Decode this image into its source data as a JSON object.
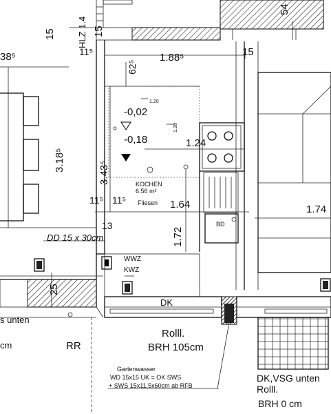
{
  "plan": {
    "room": {
      "name": "KOCHEN",
      "area": "6.56 m²",
      "floor": "Fliesen"
    },
    "levels": {
      "upper": "-0,02",
      "lower": "-0,18",
      "mark_a": "1.20",
      "mark_b": "1.20"
    },
    "dims": {
      "d15_top": "15",
      "hlz": "HLZ 1.4",
      "d15_b": "15",
      "d38": "38⁵",
      "d11": "11⁵",
      "d62": "62⁵",
      "d188": "1.88⁵",
      "d15_r": "15",
      "d318": "3.18⁵",
      "d343": "3.43⁵",
      "d124": "1.24",
      "d164": "1.64",
      "d174": "1.74",
      "d115a": "11⁵",
      "d115b": "11⁵",
      "d13": "13",
      "d172": "1.72",
      "d25": "25",
      "d54": "54"
    },
    "labels": {
      "dd": "DD 15 x 30cm",
      "wwz": "WWZ",
      "kwz": "KWZ",
      "bd": "BD",
      "dk": "DK",
      "rr": "RR",
      "unten": "s unten",
      "cm": "cm",
      "rolll": "Rolll.",
      "brh": "BRH 105cm",
      "gw1": "Gartenwasser",
      "gw2": "WD 15x15 UK = OK SWS",
      "gw3": "+ SWS 15x11,5x60cm ab RFB",
      "dkvsg": "DK,VSG unten",
      "rolll2": "Rolll.",
      "brh0": "BRH 0 cm"
    }
  }
}
